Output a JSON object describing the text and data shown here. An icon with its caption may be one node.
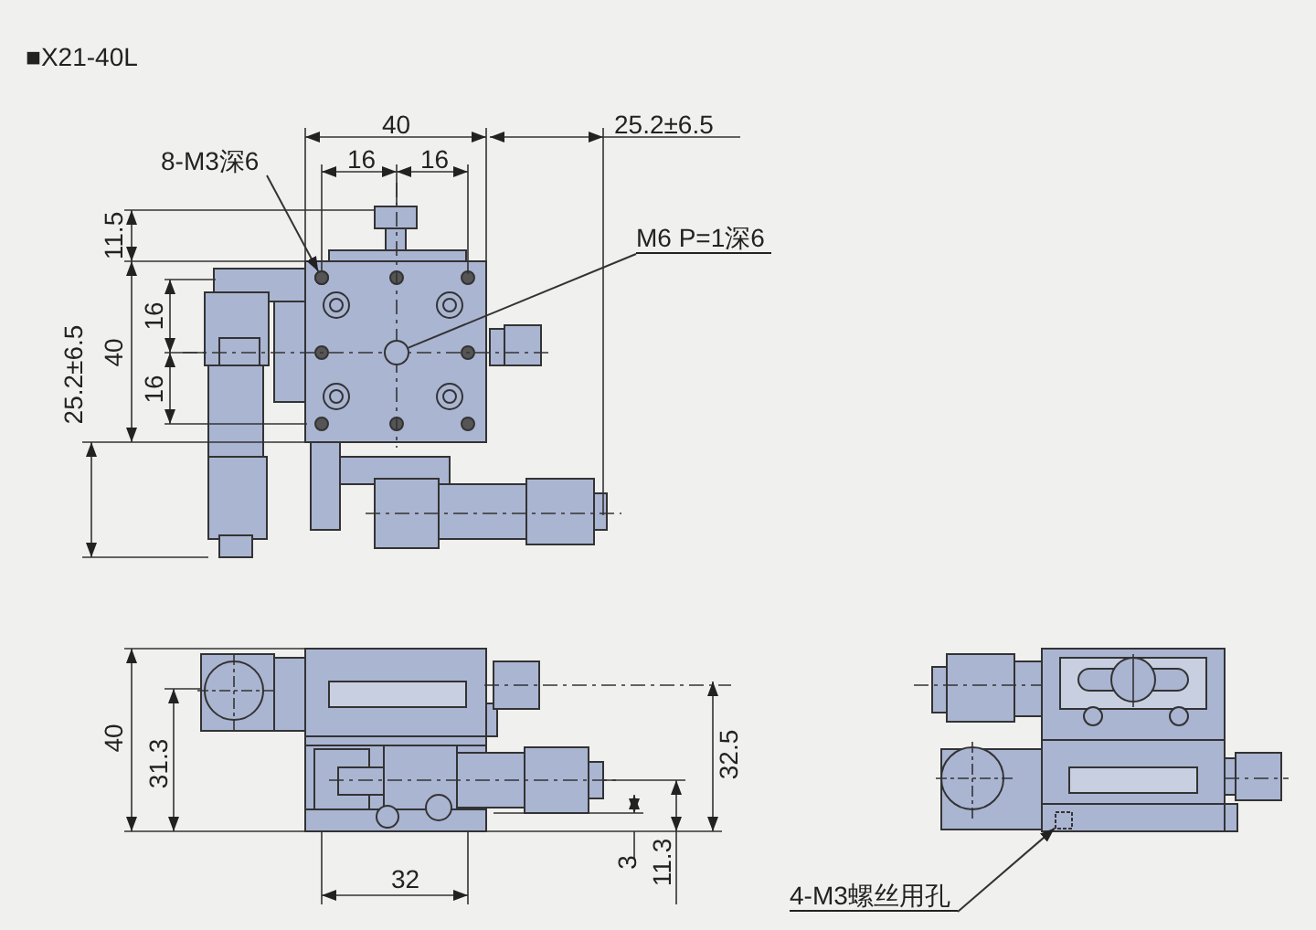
{
  "diagram": {
    "title": "■X21-40L",
    "nodes": [
      {
        "text": [
          "8-M3深6"
        ]
      },
      {
        "text": [],
        "shape": "circle"
      },
      {
        "text": [
          "M6 P=1深6"
        ]
      },
      {
        "text": [],
        "shape": "circle"
      },
      {
        "text": [
          "4-M3螺丝用孔"
        ]
      },
      {
        "text": [],
        "shape": "box"
      }
    ],
    "edges": [
      {
        "from": 0,
        "to": 1,
        "arrow": "to"
      },
      {
        "from": 2,
        "to": 3,
        "arrow": "none"
      },
      {
        "from": 4,
        "to": 5,
        "arrow": "to"
      }
    ],
    "labels": [
      "40",
      "16",
      "16",
      "25.2±6.5",
      "11.5",
      "40",
      "16",
      "16",
      "25.2±6.5",
      "40",
      "31.3",
      "32.5",
      "3",
      "11.3",
      "32"
    ]
  }
}
